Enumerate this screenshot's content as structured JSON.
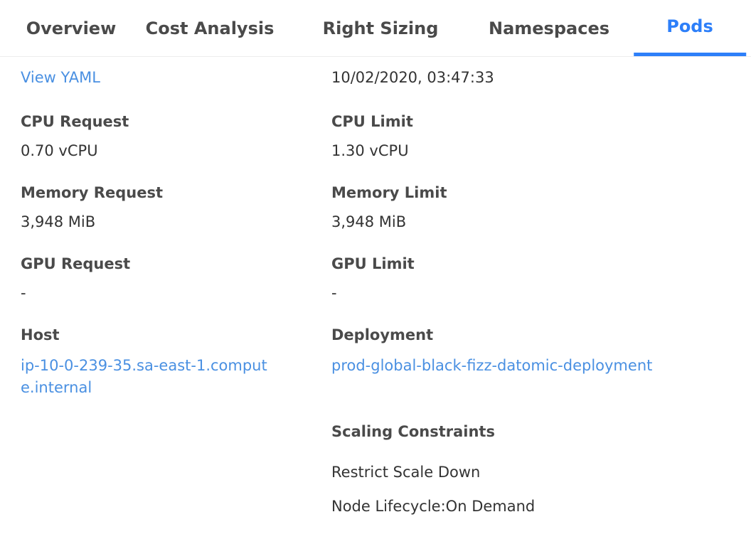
{
  "tabs": [
    {
      "label": "Overview",
      "active": false
    },
    {
      "label": "Cost Analysis",
      "active": false
    },
    {
      "label": "Right Sizing",
      "active": false
    },
    {
      "label": "Namespaces",
      "active": false
    },
    {
      "label": "Pods",
      "active": true
    }
  ],
  "content": {
    "yaml_link": "View YAML",
    "timestamp": "10/02/2020, 03:47:33",
    "left_fields": [
      {
        "label": "CPU Request",
        "value": "0.70 vCPU"
      },
      {
        "label": "Memory Request",
        "value": "3,948 MiB"
      },
      {
        "label": "GPU Request",
        "value": "-"
      },
      {
        "label": "Host",
        "value": "ip-10-0-239-35.sa-east-1.compute.internal"
      }
    ],
    "right_fields": [
      {
        "label": "CPU Limit",
        "value": "1.30 vCPU"
      },
      {
        "label": "Memory Limit",
        "value": "3,948 MiB"
      },
      {
        "label": "GPU Limit",
        "value": "-"
      },
      {
        "label": "Deployment",
        "value": "prod-global-black-fizz-datomic-deployment"
      }
    ],
    "scaling": {
      "label": "Scaling Constraints",
      "items": [
        "Restrict Scale Down",
        "Node Lifecycle:On Demand"
      ]
    }
  },
  "colors": {
    "accent_blue": "#2d7ff9",
    "link_blue": "#4a90e2",
    "tab_text": "#4a4a4a",
    "label_text": "#4a4a4a",
    "value_text": "#333333",
    "divider": "#ececec"
  }
}
